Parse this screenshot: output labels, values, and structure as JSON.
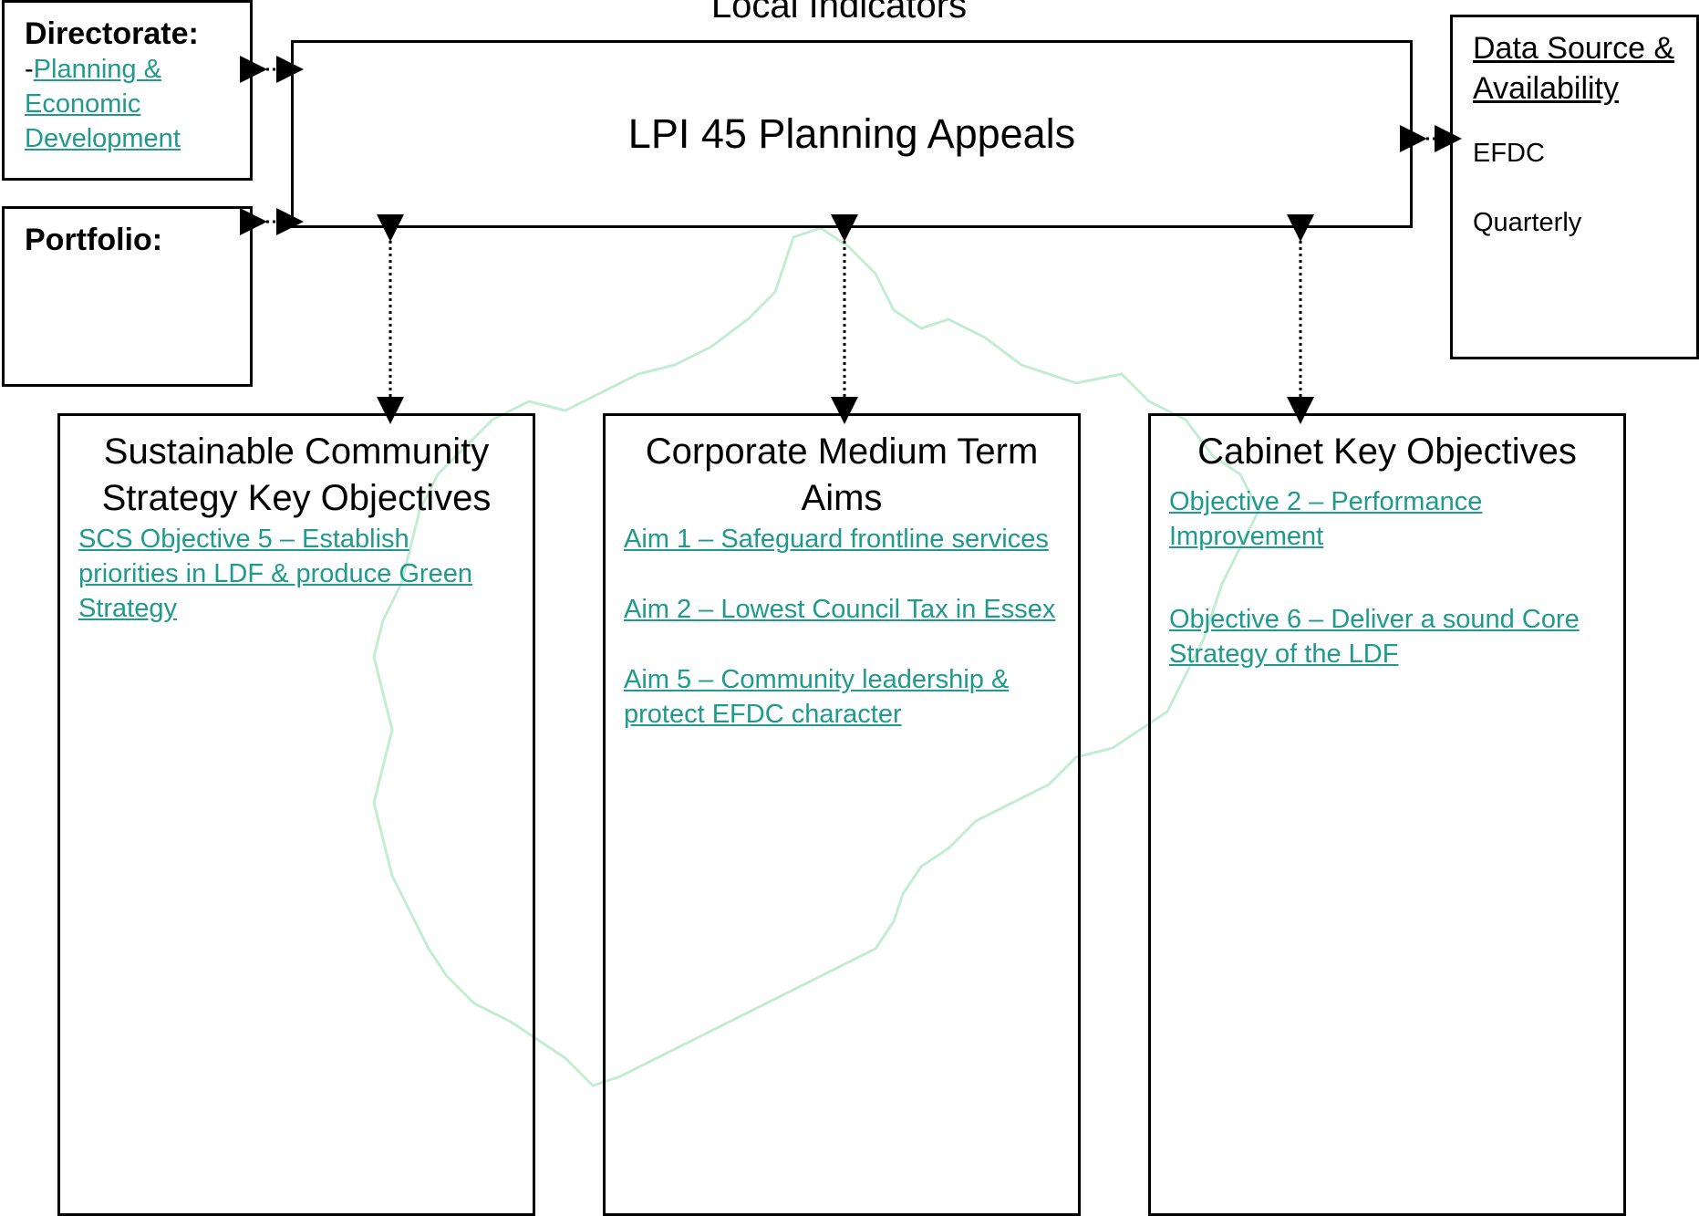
{
  "page_title": "Local Indicators",
  "indicator": {
    "title": "LPI 45 Planning Appeals"
  },
  "directorate": {
    "heading": "Directorate:",
    "prefix": "-",
    "link": "Planning & Economic Development"
  },
  "portfolio": {
    "heading": "Portfolio:"
  },
  "data_source": {
    "heading": "Data Source & Availability",
    "source": "EFDC",
    "frequency": "Quarterly"
  },
  "columns": [
    {
      "heading": "Sustainable Community Strategy Key Objectives",
      "links": [
        "SCS Objective 5 – Establish priorities in LDF & produce Green Strategy"
      ]
    },
    {
      "heading": "Corporate Medium Term Aims",
      "links": [
        "Aim 1 – Safeguard frontline services",
        "Aim 2 – Lowest Council Tax in Essex",
        "Aim 5 – Community leadership & protect EFDC character"
      ]
    },
    {
      "heading": "Cabinet Key Objectives",
      "links": [
        "Objective 2 – Performance Improvement",
        "Objective 6 – Deliver a sound Core Strategy of the LDF"
      ]
    }
  ],
  "colors": {
    "link": "#1f9a8c",
    "border": "#000000",
    "watermark": "#a8e6c0"
  }
}
